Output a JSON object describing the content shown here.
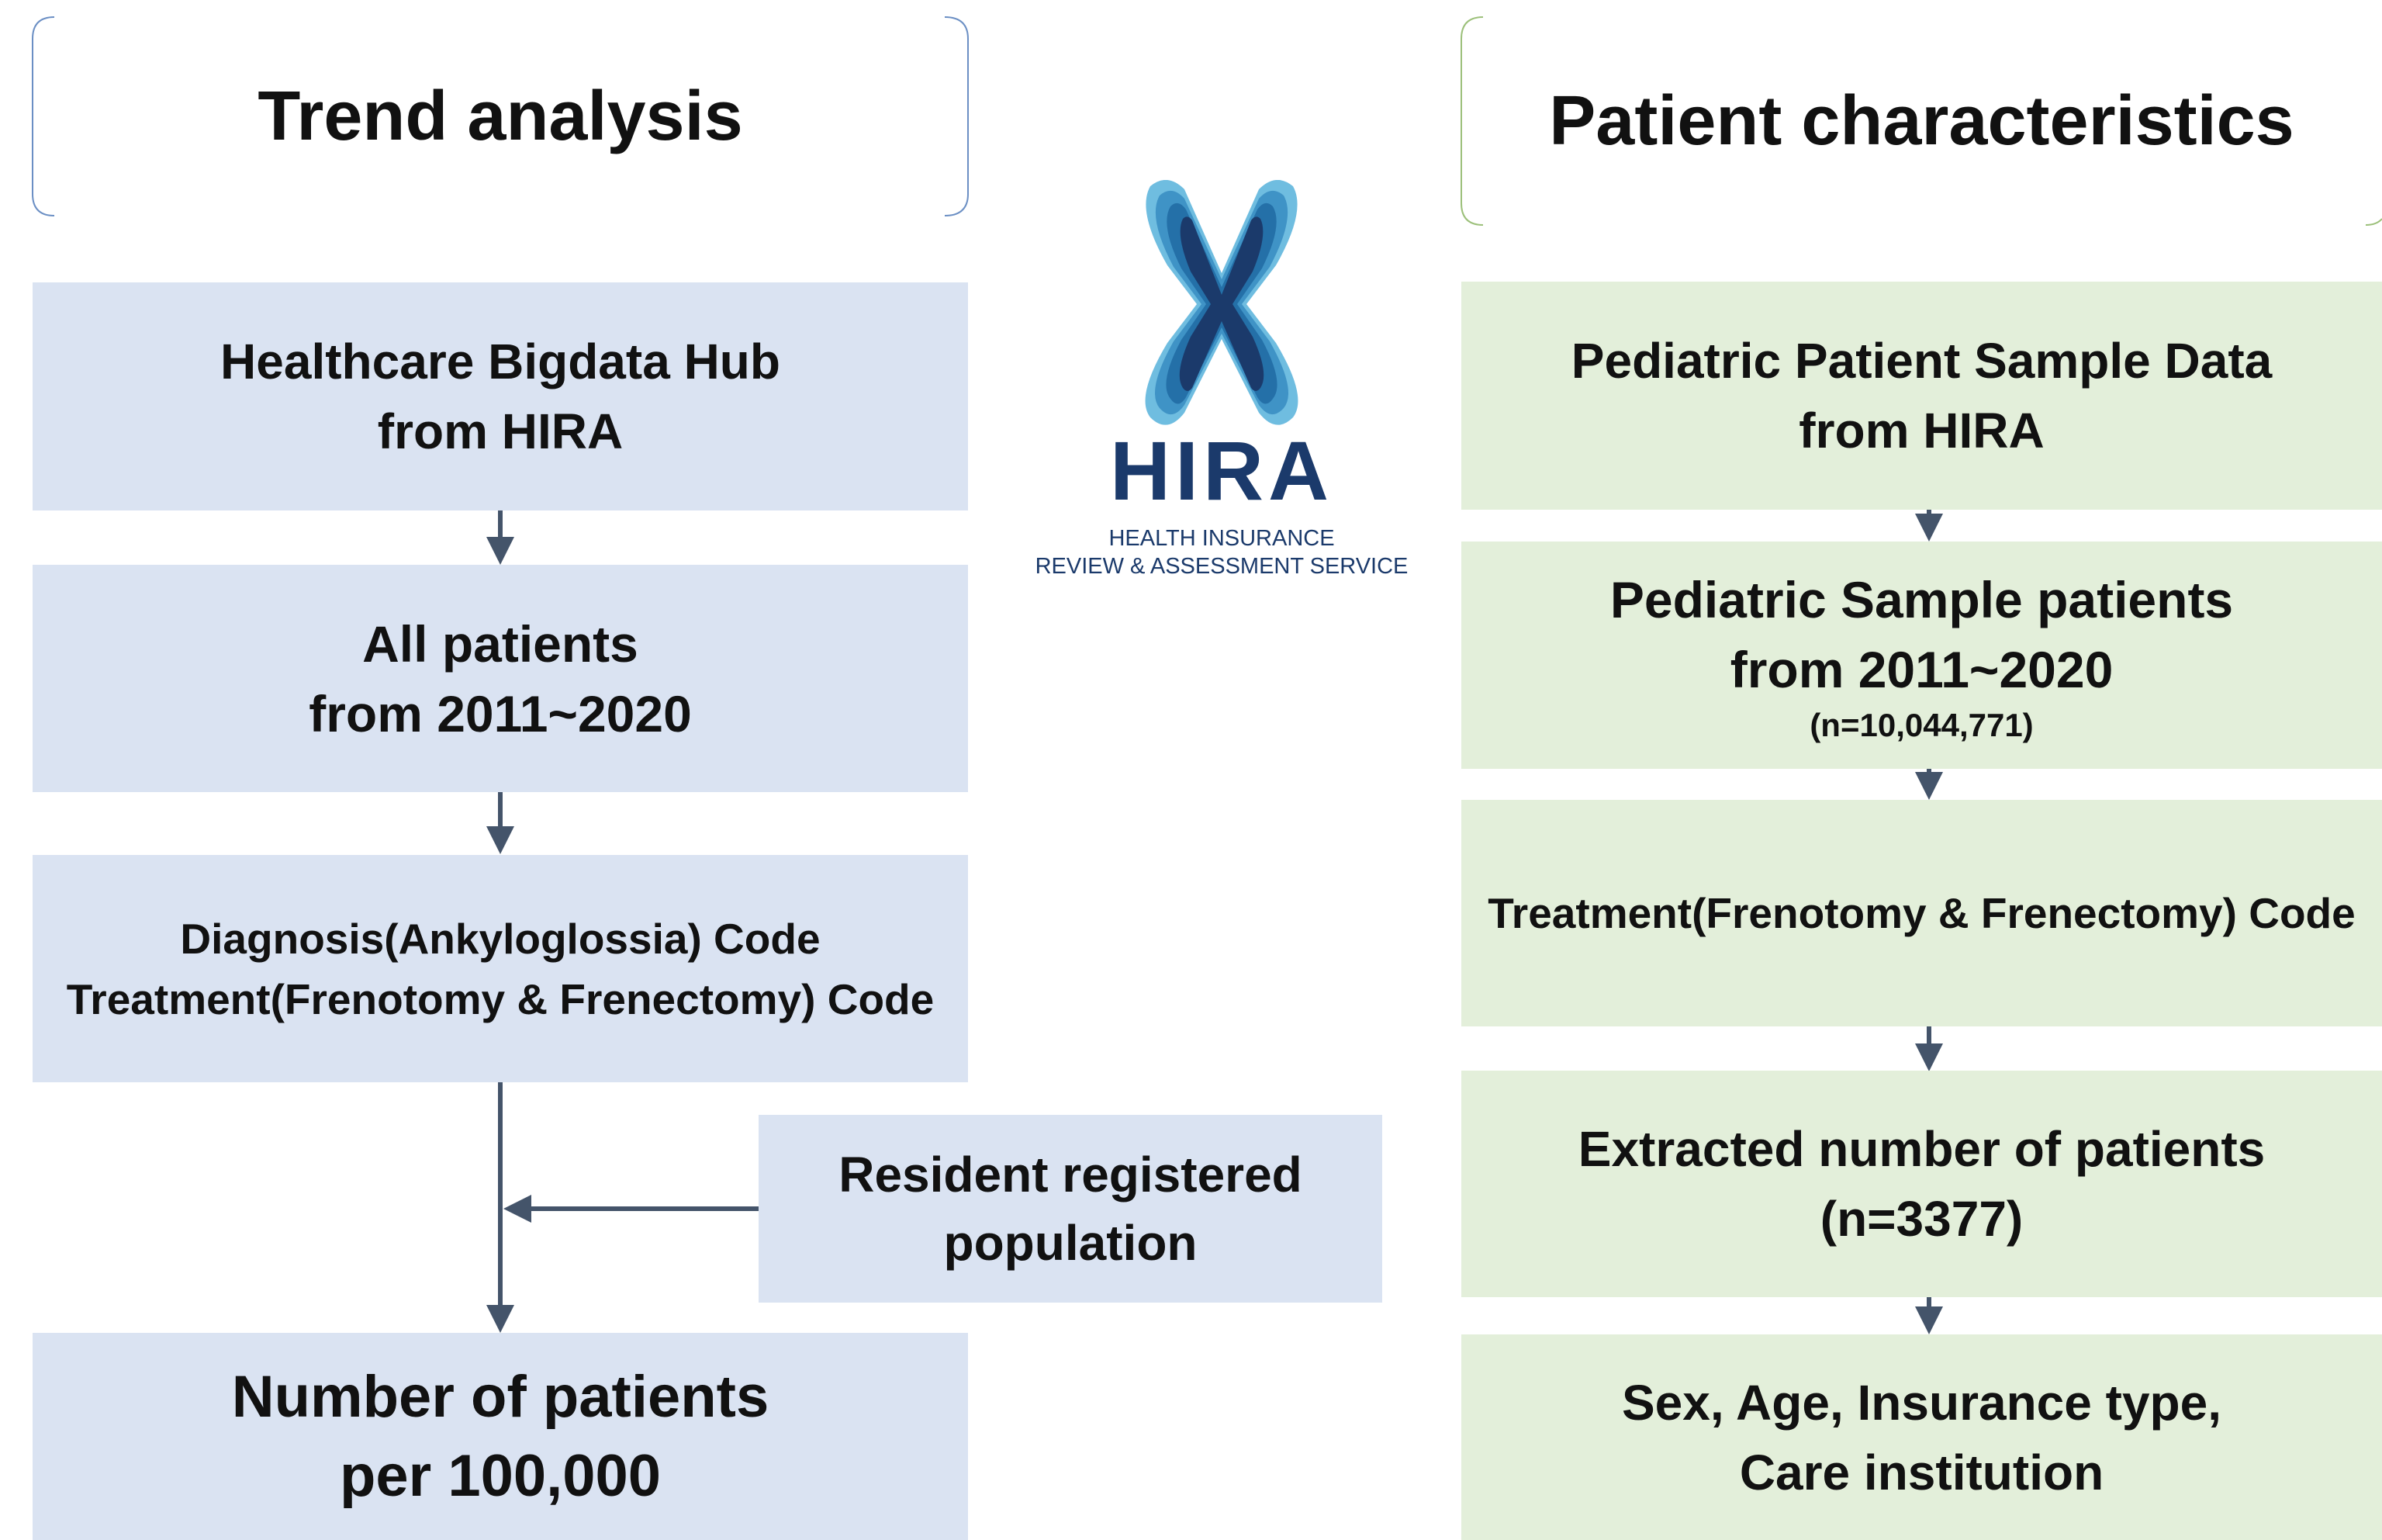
{
  "left": {
    "title": "Trend analysis",
    "boxes": [
      {
        "lines": [
          "Healthcare Bigdata Hub",
          "from HIRA"
        ]
      },
      {
        "lines": [
          "All patients",
          "from 2011~2020"
        ]
      },
      {
        "lines": [
          "Diagnosis(Ankyloglossia) Code",
          "Treatment(Frenotomy & Frenectomy) Code"
        ]
      },
      {
        "lines": [
          "Number of patients",
          "per 100,000"
        ]
      }
    ],
    "side_box": {
      "lines": [
        "Resident registered",
        "population"
      ]
    }
  },
  "right": {
    "title": "Patient characteristics",
    "boxes": [
      {
        "lines": [
          "Pediatric Patient Sample Data",
          "from HIRA"
        ]
      },
      {
        "lines": [
          "Pediatric Sample patients",
          "from 2011~2020"
        ],
        "note": "(n=10,044,771)"
      },
      {
        "lines": [
          "Treatment(Frenotomy & Frenectomy) Code"
        ]
      },
      {
        "lines": [
          "Extracted number of patients",
          "(n=3377)"
        ]
      },
      {
        "lines": [
          "Sex, Age, Insurance type,",
          "Care institution"
        ]
      }
    ]
  },
  "logo": {
    "wordmark": "HIRA",
    "line1": "HEALTH INSURANCE",
    "line2": "REVIEW & ASSESSMENT SERVICE"
  },
  "colors": {
    "left_fill": "#dae3f2",
    "right_fill": "#e3efda",
    "arrow": "#44546a",
    "logo_dark": "#1b3a6b",
    "logo_light": "#5aaad6"
  }
}
